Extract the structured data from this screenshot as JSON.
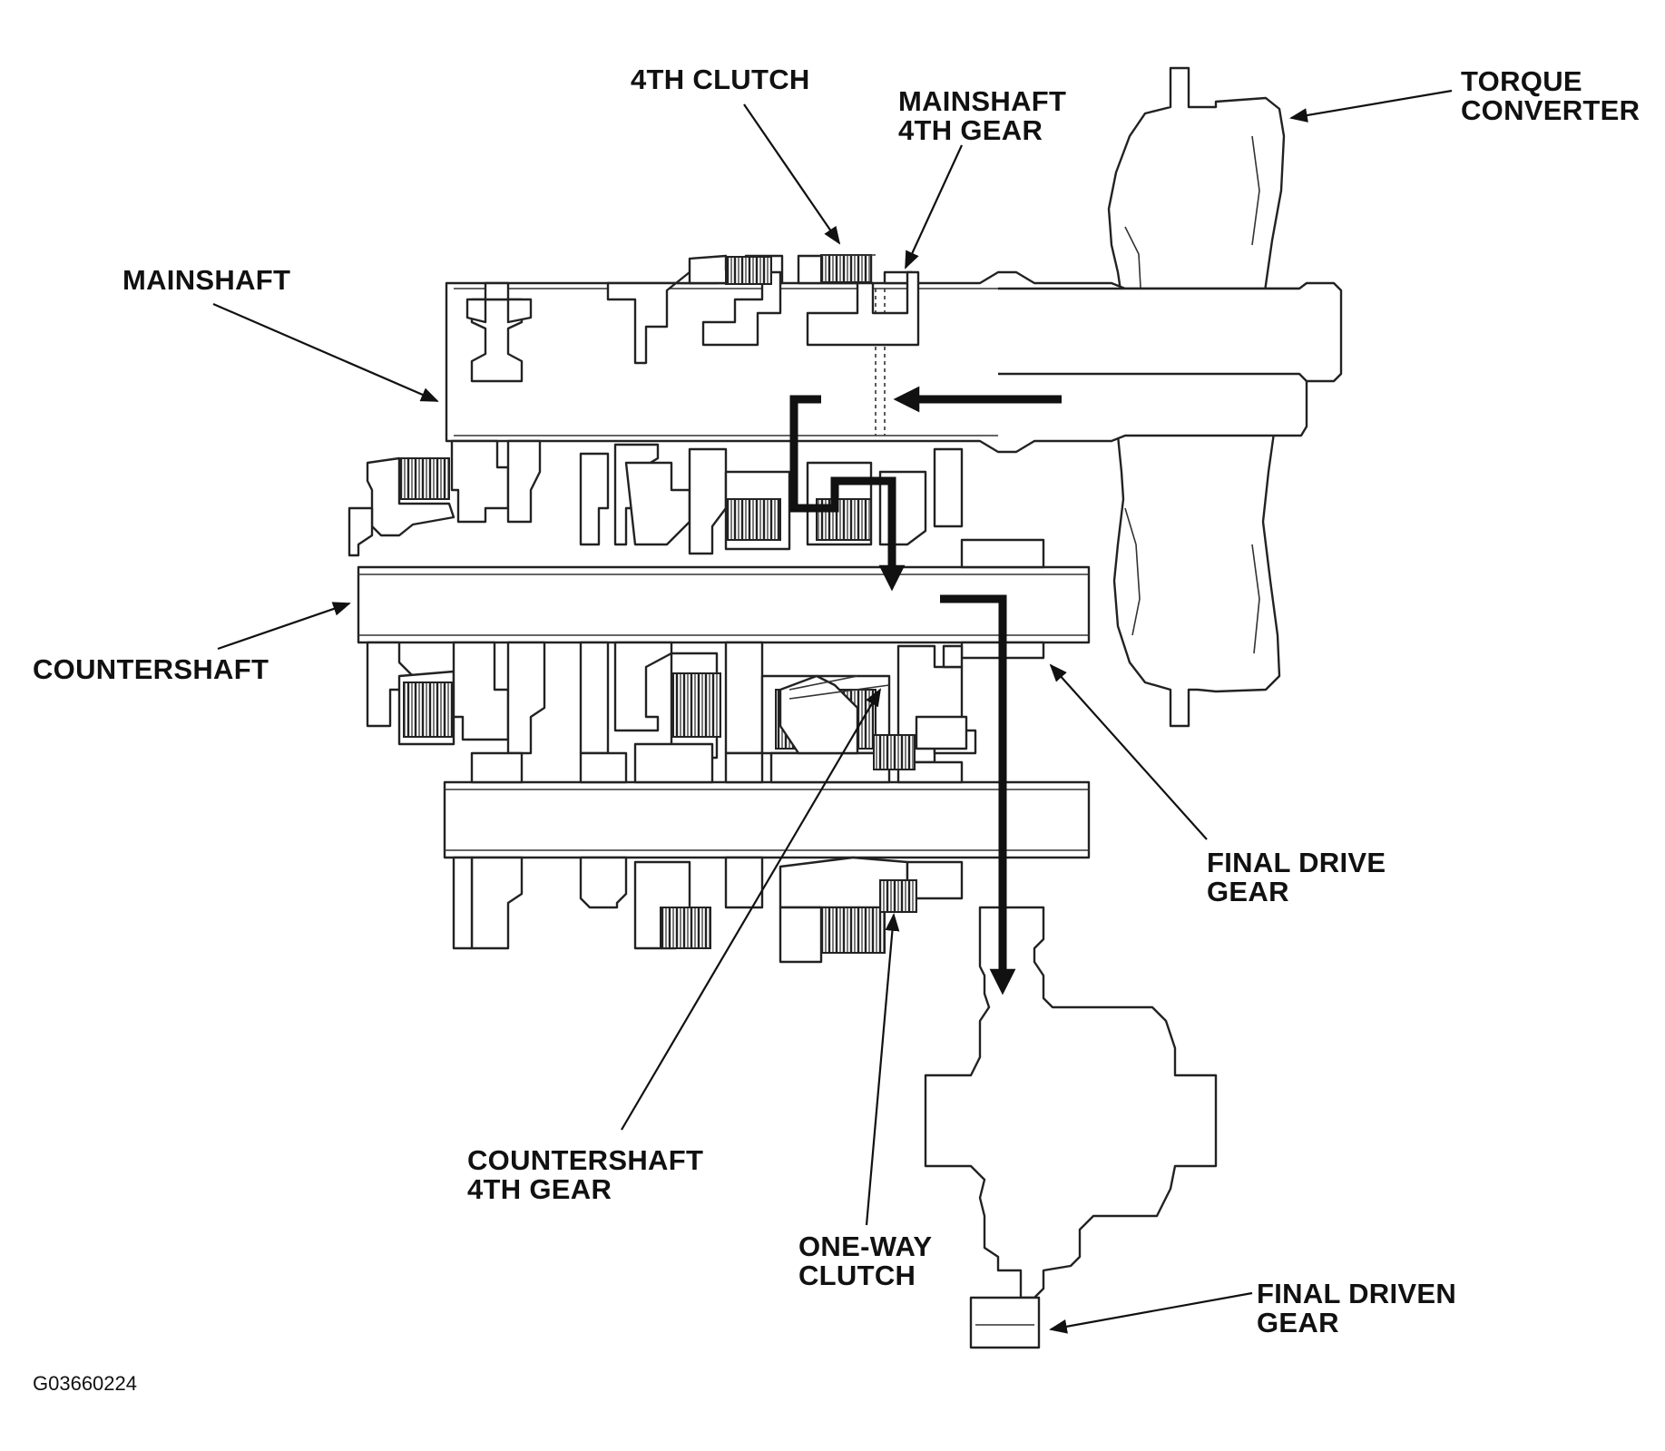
{
  "labels": {
    "clutch_4th": [
      "4TH CLUTCH"
    ],
    "mainshaft_4th_gear": [
      "MAINSHAFT",
      "4TH GEAR"
    ],
    "torque_converter": [
      "TORQUE",
      "CONVERTER"
    ],
    "mainshaft": [
      "MAINSHAFT"
    ],
    "countershaft": [
      "COUNTERSHAFT"
    ],
    "final_drive_gear": [
      "FINAL DRIVE",
      "GEAR"
    ],
    "countershaft_4th_gear": [
      "COUNTERSHAFT",
      "4TH GEAR"
    ],
    "one_way_clutch": [
      "ONE-WAY",
      "CLUTCH"
    ],
    "final_driven_gear": [
      "FINAL DRIVEN",
      "GEAR"
    ]
  },
  "figure_code": "G03660224",
  "colors": {
    "line": "#222222",
    "flow_arrow": "#111111",
    "background": "#ffffff"
  }
}
